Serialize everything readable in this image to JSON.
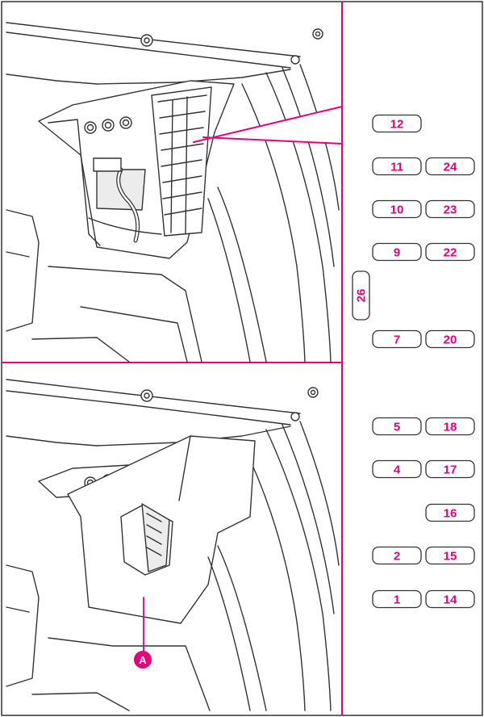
{
  "colors": {
    "accent": "#e6007e",
    "line": "#333333",
    "fill_dark": "#ececec",
    "fill_light": "#ffffff"
  },
  "fuse_panel": {
    "fuses": [
      {
        "id": "12",
        "label": "12",
        "column": "left",
        "row": 0
      },
      {
        "id": "11",
        "label": "11",
        "column": "left",
        "row": 1
      },
      {
        "id": "24",
        "label": "24",
        "column": "right",
        "row": 1
      },
      {
        "id": "10",
        "label": "10",
        "column": "left",
        "row": 2
      },
      {
        "id": "23",
        "label": "23",
        "column": "right",
        "row": 2
      },
      {
        "id": "9",
        "label": "9",
        "column": "left",
        "row": 3
      },
      {
        "id": "22",
        "label": "22",
        "column": "right",
        "row": 3
      },
      {
        "id": "26",
        "label": "26",
        "column": "vertical",
        "row": 4
      },
      {
        "id": "7",
        "label": "7",
        "column": "left",
        "row": 5
      },
      {
        "id": "20",
        "label": "20",
        "column": "right",
        "row": 5
      },
      {
        "id": "5",
        "label": "5",
        "column": "left",
        "row": 6
      },
      {
        "id": "18",
        "label": "18",
        "column": "right",
        "row": 6
      },
      {
        "id": "4",
        "label": "4",
        "column": "left",
        "row": 7
      },
      {
        "id": "17",
        "label": "17",
        "column": "right",
        "row": 7
      },
      {
        "id": "16",
        "label": "16",
        "column": "right",
        "row": 8
      },
      {
        "id": "2",
        "label": "2",
        "column": "left",
        "row": 9
      },
      {
        "id": "15",
        "label": "15",
        "column": "right",
        "row": 9
      },
      {
        "id": "1",
        "label": "1",
        "column": "left",
        "row": 10
      },
      {
        "id": "14",
        "label": "14",
        "column": "right",
        "row": 10
      }
    ]
  },
  "callout": {
    "label": "A"
  }
}
